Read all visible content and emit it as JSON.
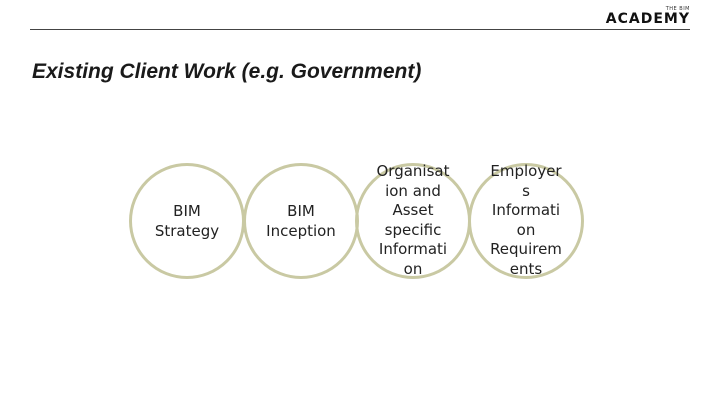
{
  "header": {
    "logo_small": "THE BIM",
    "logo_main": "ACADEMY"
  },
  "title": "Existing Client Work (e.g. Government)",
  "diagram": {
    "circle_color": "#c9c9a3",
    "circles": [
      {
        "lines": [
          "BIM",
          "Strategy"
        ]
      },
      {
        "lines": [
          "BIM",
          "Inception"
        ]
      },
      {
        "lines": [
          "Organisat",
          "ion and",
          "Asset",
          "specific",
          "Informati",
          "on"
        ]
      },
      {
        "lines": [
          "Employer",
          "s",
          "Informati",
          "on",
          "Requirem",
          "ents"
        ]
      }
    ]
  }
}
